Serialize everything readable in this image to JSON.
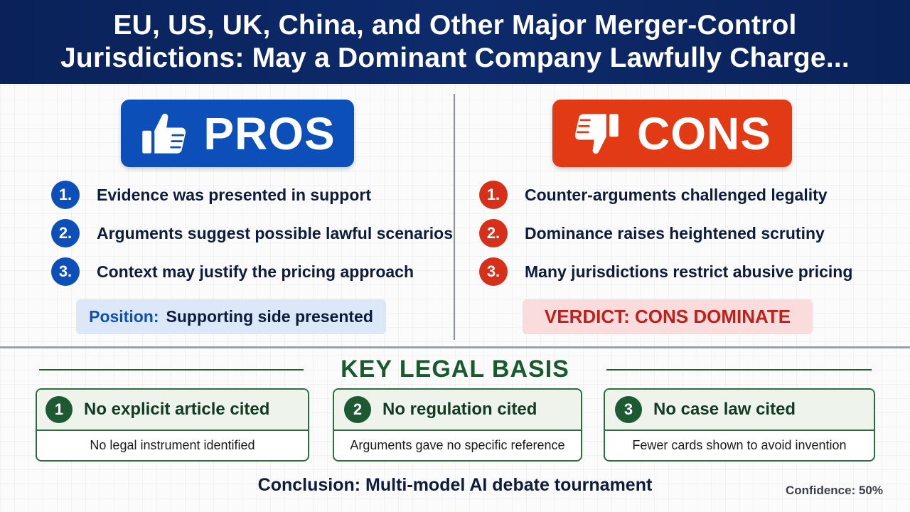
{
  "header": {
    "title_line1": "EU, US, UK, China, and Other Major Merger-Control",
    "title_line2": "Jurisdictions: May a Dominant Company Lawfully Charge..."
  },
  "pros": {
    "label": "PROS",
    "icon": "thumbs-up-icon",
    "color": "#0c4fb8",
    "items": [
      {
        "num": "1.",
        "text": "Evidence was presented in support"
      },
      {
        "num": "2.",
        "text": "Arguments suggest possible lawful scenarios"
      },
      {
        "num": "3.",
        "text": "Context may justify the pricing approach"
      }
    ],
    "position_key": "Position:",
    "position_value": "Supporting side presented"
  },
  "cons": {
    "label": "CONS",
    "icon": "thumbs-down-icon",
    "color": "#e23a14",
    "items": [
      {
        "num": "1.",
        "text": "Counter-arguments challenged legality"
      },
      {
        "num": "2.",
        "text": "Dominance raises heightened scrutiny"
      },
      {
        "num": "3.",
        "text": "Many jurisdictions restrict abusive pricing"
      }
    ],
    "verdict": "VERDICT: CONS DOMINATE"
  },
  "basis": {
    "title": "KEY LEGAL BASIS",
    "cards": [
      {
        "num": "1",
        "title": "No explicit article cited",
        "body": "No legal instrument identified"
      },
      {
        "num": "2",
        "title": "No regulation cited",
        "body": "Arguments gave no specific reference"
      },
      {
        "num": "3",
        "title": "No case law cited",
        "body": "Fewer cards shown to avoid invention"
      }
    ]
  },
  "conclusion": "Conclusion: Multi-model AI debate tournament",
  "confidence": "Confidence: 50%"
}
